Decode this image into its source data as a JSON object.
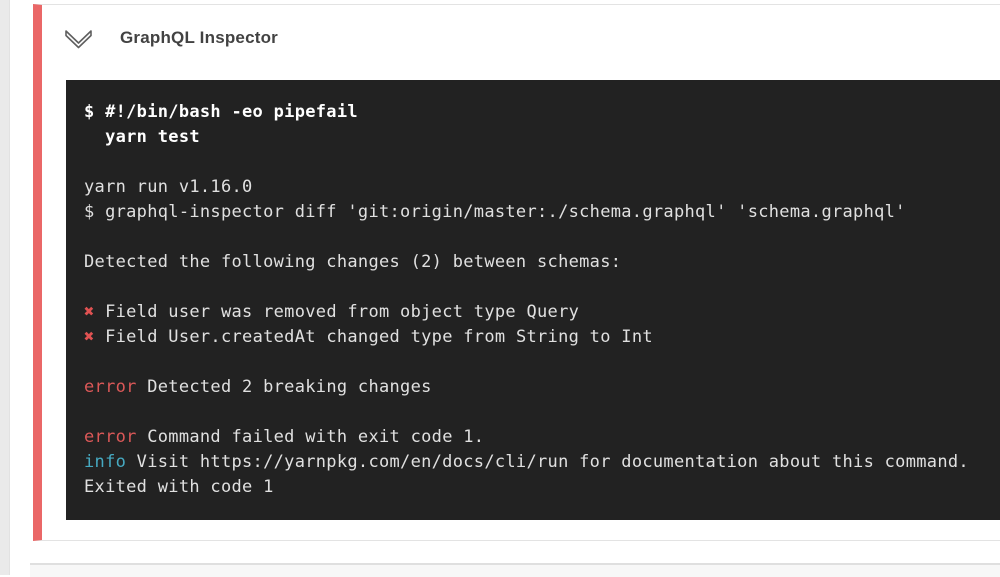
{
  "header": {
    "title": "GraphQL Inspector",
    "collapse_icon": "double-chevron-down-icon"
  },
  "colors": {
    "accent_failed_red": "#ea6767",
    "terminal_bg": "#222222",
    "terminal_text": "#e0e0e0",
    "breaking_x_red": "#e05252",
    "error_label_red": "#db5858",
    "info_label_cyan": "#46a9c1",
    "title_gray": "#424242"
  },
  "terminal": {
    "lines": [
      {
        "segments": [
          {
            "t": "$ #!/bin/bash -eo pipefail",
            "s": "cmd"
          }
        ]
      },
      {
        "segments": [
          {
            "t": "  yarn test",
            "s": "cmd"
          }
        ]
      },
      {
        "segments": []
      },
      {
        "segments": [
          {
            "t": "yarn run v1.16.0",
            "s": "plain"
          }
        ]
      },
      {
        "segments": [
          {
            "t": "$ graphql-inspector diff 'git:origin/master:./schema.graphql' 'schema.graphql'",
            "s": "plain"
          }
        ]
      },
      {
        "segments": []
      },
      {
        "segments": [
          {
            "t": "Detected the following changes (2) between schemas:",
            "s": "plain"
          }
        ]
      },
      {
        "segments": []
      },
      {
        "segments": [
          {
            "t": "✖",
            "s": "xmark"
          },
          {
            "t": " Field user was removed from object type Query",
            "s": "plain"
          }
        ]
      },
      {
        "segments": [
          {
            "t": "✖",
            "s": "xmark"
          },
          {
            "t": " Field User.createdAt changed type from String to Int",
            "s": "plain"
          }
        ]
      },
      {
        "segments": []
      },
      {
        "segments": [
          {
            "t": "error",
            "s": "err"
          },
          {
            "t": " Detected 2 breaking changes",
            "s": "plain"
          }
        ]
      },
      {
        "segments": []
      },
      {
        "segments": [
          {
            "t": "error",
            "s": "err"
          },
          {
            "t": " Command failed with exit code 1.",
            "s": "plain"
          }
        ]
      },
      {
        "segments": [
          {
            "t": "info",
            "s": "info"
          },
          {
            "t": " Visit https://yarnpkg.com/en/docs/cli/run for documentation about this command.",
            "s": "plain"
          }
        ]
      },
      {
        "segments": [
          {
            "t": "Exited with code 1",
            "s": "plain"
          }
        ]
      }
    ]
  }
}
